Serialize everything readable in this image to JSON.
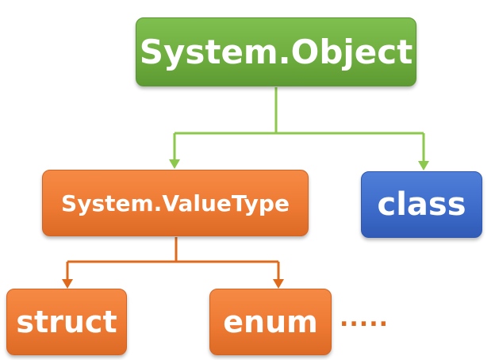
{
  "nodes": {
    "system_object": "System.Object",
    "system_valuetype": "System.ValueType",
    "class": "class",
    "struct": "struct",
    "enum": "enum"
  },
  "ellipsis": ".....",
  "colors": {
    "green_box": "#6fae3f",
    "green_connector": "#8cc84b",
    "orange_box": "#ee7a33",
    "orange_connector": "#e06a1b",
    "blue_box": "#3e6ccb",
    "text": "#ffffff"
  }
}
